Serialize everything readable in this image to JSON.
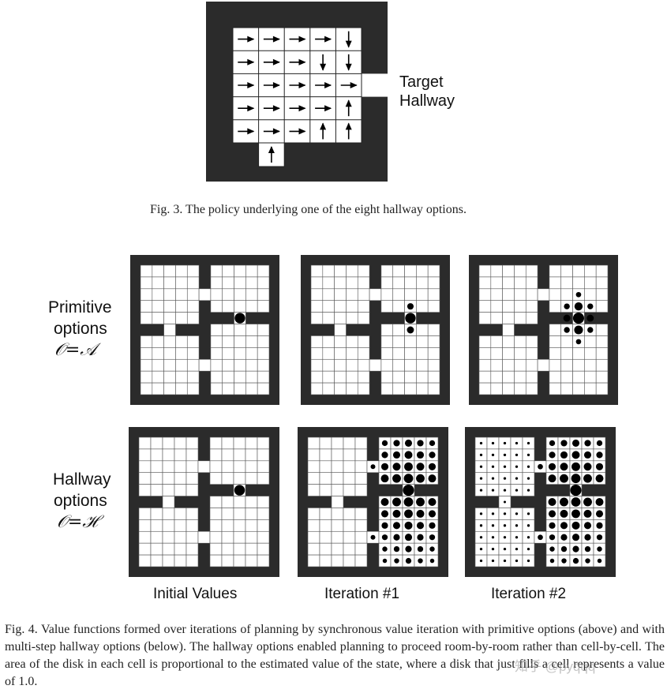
{
  "fig3": {
    "label_line1": "Target",
    "label_line2": "Hallway",
    "caption": "Fig. 3. The policy underlying one of the eight hallway options.",
    "policy": [
      [
        "right",
        "right",
        "right",
        "right",
        "down"
      ],
      [
        "right",
        "right",
        "right",
        "down",
        "down"
      ],
      [
        "right",
        "right",
        "right",
        "right",
        "right"
      ],
      [
        "right",
        "right",
        "right",
        "right",
        "up"
      ],
      [
        "right",
        "right",
        "right",
        "up",
        "up"
      ]
    ],
    "entry_arrow": "up"
  },
  "fig4": {
    "row1_label": [
      "Primitive",
      "options",
      "𝒪=𝒜"
    ],
    "row2_label": [
      "Hallway",
      "options",
      "𝒪=ℋ"
    ],
    "col_labels": [
      "Initial Values",
      "Iteration #1",
      "Iteration #2"
    ],
    "caption": "Fig. 4. Value functions formed over iterations of planning by synchronous value iteration with primitive options (above) and with multi-step hallway options (below). The hallway options enabled planning to proceed room-by-room rather than cell-by-cell. The area of the disk in each cell is proportional to the estimated value of the state, where a disk that just fills a cell represents a value of 1.0.",
    "watermark": "知乎 @pyqqq"
  }
}
